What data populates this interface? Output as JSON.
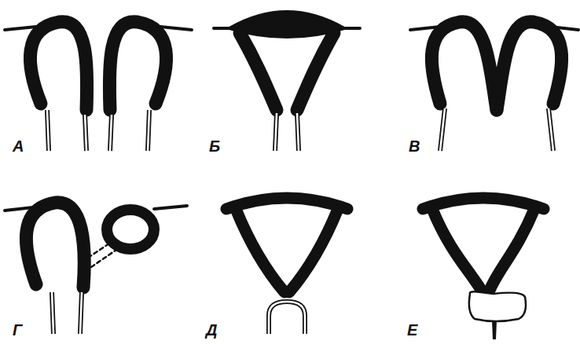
{
  "diagram": {
    "labels": [
      "А",
      "Б",
      "В",
      "Г",
      "Д",
      "Е"
    ]
  }
}
